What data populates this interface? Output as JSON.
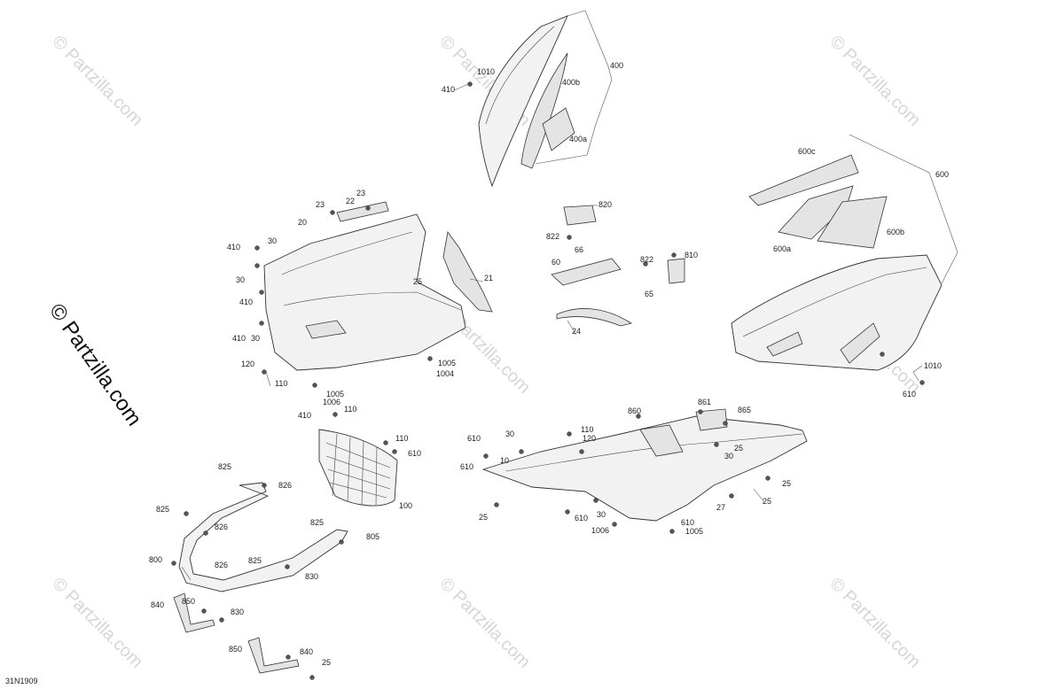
{
  "watermark": {
    "text": "© Partzilla.com"
  },
  "brand": {
    "text": "© Partzilla.com"
  },
  "diagram_code": "31N1909",
  "callouts": [
    "400",
    "400b",
    "400a",
    "1010",
    "410",
    "600",
    "600c",
    "600b",
    "600a",
    "1010",
    "610",
    "820",
    "822",
    "66",
    "60",
    "822",
    "810",
    "65",
    "24",
    "23",
    "22",
    "23",
    "20",
    "410",
    "30",
    "30",
    "410",
    "25",
    "21",
    "410",
    "30",
    "120",
    "110",
    "1005",
    "1004",
    "1005",
    "1006",
    "410",
    "110",
    "110",
    "610",
    "100",
    "825",
    "826",
    "825",
    "826",
    "825",
    "805",
    "800",
    "826",
    "825",
    "830",
    "840",
    "850",
    "830",
    "850",
    "840",
    "25",
    "860",
    "861",
    "865",
    "25",
    "30",
    "30",
    "110",
    "610",
    "120",
    "610",
    "10",
    "25",
    "25",
    "27",
    "25",
    "610",
    "30",
    "610",
    "1005",
    "1006"
  ]
}
